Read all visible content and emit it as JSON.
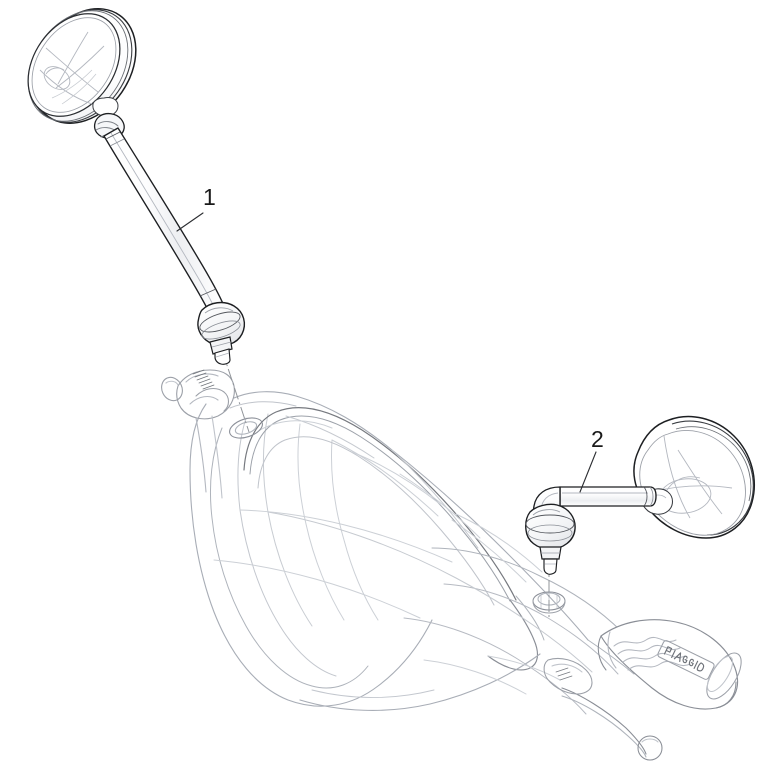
{
  "diagram": {
    "title": "Rear view mirrors assembly",
    "background_color": "#ffffff",
    "ink_color": "#1a1a1a",
    "construction_color": "#b8bcc4",
    "centerline_color": "#8a8f98",
    "shading_color": "#e9eaee"
  },
  "callouts": [
    {
      "id": "1",
      "label": "1",
      "part": "left-rear-view-mirror"
    },
    {
      "id": "2",
      "label": "2",
      "part": "right-rear-view-mirror"
    }
  ],
  "parts": {
    "left_mirror": {
      "callout": "1",
      "name": "Left rear view mirror",
      "components": [
        "mirror-head",
        "tapered-stem",
        "ball-joint-base",
        "threaded-stud"
      ]
    },
    "right_mirror": {
      "callout": "2",
      "name": "Right rear view mirror",
      "components": [
        "mirror-head",
        "straight-stem",
        "elbow-bend",
        "ball-joint-base",
        "threaded-stud"
      ]
    },
    "handlebar_assembly": {
      "name": "Handlebar cover and controls",
      "grip_brand": "PIAGGIO",
      "components": [
        "handlebar-cover",
        "front-shield",
        "left-mount-boss",
        "right-mount-boss",
        "right-grip",
        "brake-lever"
      ]
    }
  }
}
